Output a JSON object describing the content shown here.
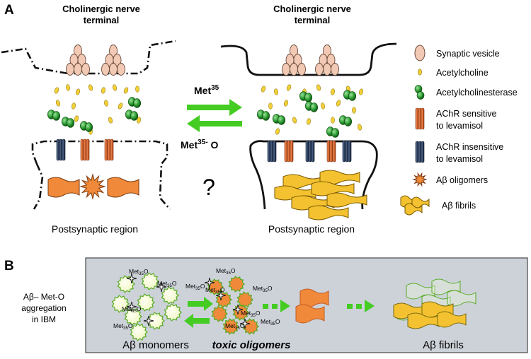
{
  "panel_a": {
    "letter": "A",
    "left_header_line1": "Cholinergic nerve",
    "left_header_line2": "terminal",
    "right_header_line1": "Cholinergic nerve",
    "right_header_line2": "terminal",
    "met_top_base": "Met",
    "met_top_sup": "35",
    "met_bottom_base": "Met",
    "met_bottom_sup": "35-",
    "met_bottom_suffix": " O",
    "question": "?",
    "left_region": "Postsynaptic region",
    "right_region": "Postsynaptic region",
    "legend": [
      {
        "key": "synaptic-vesicle",
        "lines": [
          "Synaptic vesicle"
        ]
      },
      {
        "key": "acetylcholine",
        "lines": [
          "Acetylcholine"
        ]
      },
      {
        "key": "acetylcholinesterase",
        "lines": [
          "Acetylcholinesterase"
        ]
      },
      {
        "key": "achr-sensitive",
        "lines": [
          "AChR sensitive",
          "to levamisol"
        ]
      },
      {
        "key": "achr-insensitive",
        "lines": [
          "AChR insensitive",
          "to levamisol"
        ]
      },
      {
        "key": "abeta-oligomers",
        "lines": [
          "Aβ oligomers"
        ]
      },
      {
        "key": "abeta-fibrils",
        "lines": [
          "Aβ fibrils"
        ]
      }
    ]
  },
  "panel_b": {
    "letter": "B",
    "side_label_lines": [
      "Aβ– Met-O",
      "aggregation",
      "in IBM"
    ],
    "monomers_label": "Aβ monomers",
    "oligomers_label": "toxic oligomers",
    "fibrils_label": "Aβ  fibrils",
    "met_label_base": "Met",
    "met_label_sub": "35",
    "met_label_suffix": "O"
  },
  "colors": {
    "vesicle_fill": "#f2c9b4",
    "acetylcholine": "#f2d03a",
    "esterase": "#2f9e34",
    "achr_sensitive": "#d9622b",
    "achr_insensitive": "#2c3e5c",
    "oligomer": "#f08a3a",
    "fibril": "#f4c230",
    "arrow_green": "#44cc22",
    "panel_b_bg": "#cdd2d9"
  }
}
